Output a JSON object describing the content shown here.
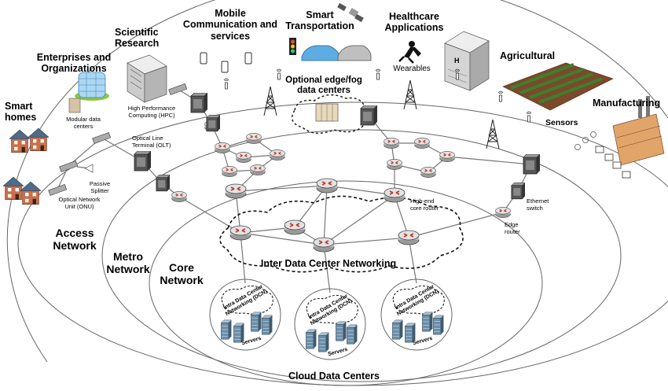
{
  "domains": {
    "smart_homes": "Smart\nhomes",
    "enterprises": "Enterprises and\nOrganizations",
    "scientific": "Scientific\nResearch",
    "mobile": "Mobile\nCommunication and\nservices",
    "transportation": "Smart\nTransportation",
    "healthcare": "Healthcare\nApplications",
    "agricultural": "Agricultural",
    "manufacturing": "Manufacturing"
  },
  "rings": {
    "access": "Access\nNetwork",
    "metro": "Metro\nNetwork",
    "core": "Core\nNetwork",
    "cloud": "Cloud Data Centers"
  },
  "components": {
    "modular_dc": "Modular data\ncenters",
    "hpc": "High Performance\nComputing (HPC)",
    "olt": "Optical Line\nTerminal (OLT)",
    "splitter": "Passive\nSplitter",
    "onu": "Optical Network\nUnit (ONU)",
    "edge_fog": "Optional edge/fog\ndata centers",
    "wearables": "Wearables",
    "sensors": "Sensors",
    "high_end_router": "High-end\ncore router",
    "ethernet_switch": "Ethernet\nswitch",
    "edge_router": "Edge\nrouter",
    "inter_dc": "Inter Data Center Networking",
    "intra_dcn": "Intra Data Center\nNetworking (DCN)",
    "servers": "Servers"
  },
  "colors": {
    "router_fill": "#d8d8d8",
    "router_accent": "#c0392b",
    "house_fill": "#c96f4a",
    "house_roof": "#4f6b8a",
    "building_fill": "#aed6f1",
    "server_fill": "#6b8fa8",
    "line": "#777777",
    "ring": "#666666"
  },
  "icons": [
    "router-icon",
    "olt-icon",
    "switch-icon",
    "server-rack-icon",
    "house-icon",
    "building-icon",
    "tower-icon",
    "car-icon",
    "satellite-icon",
    "wearable-icon",
    "sensor-icon",
    "factory-icon",
    "field-icon",
    "phone-icon",
    "traffic-light-icon"
  ]
}
